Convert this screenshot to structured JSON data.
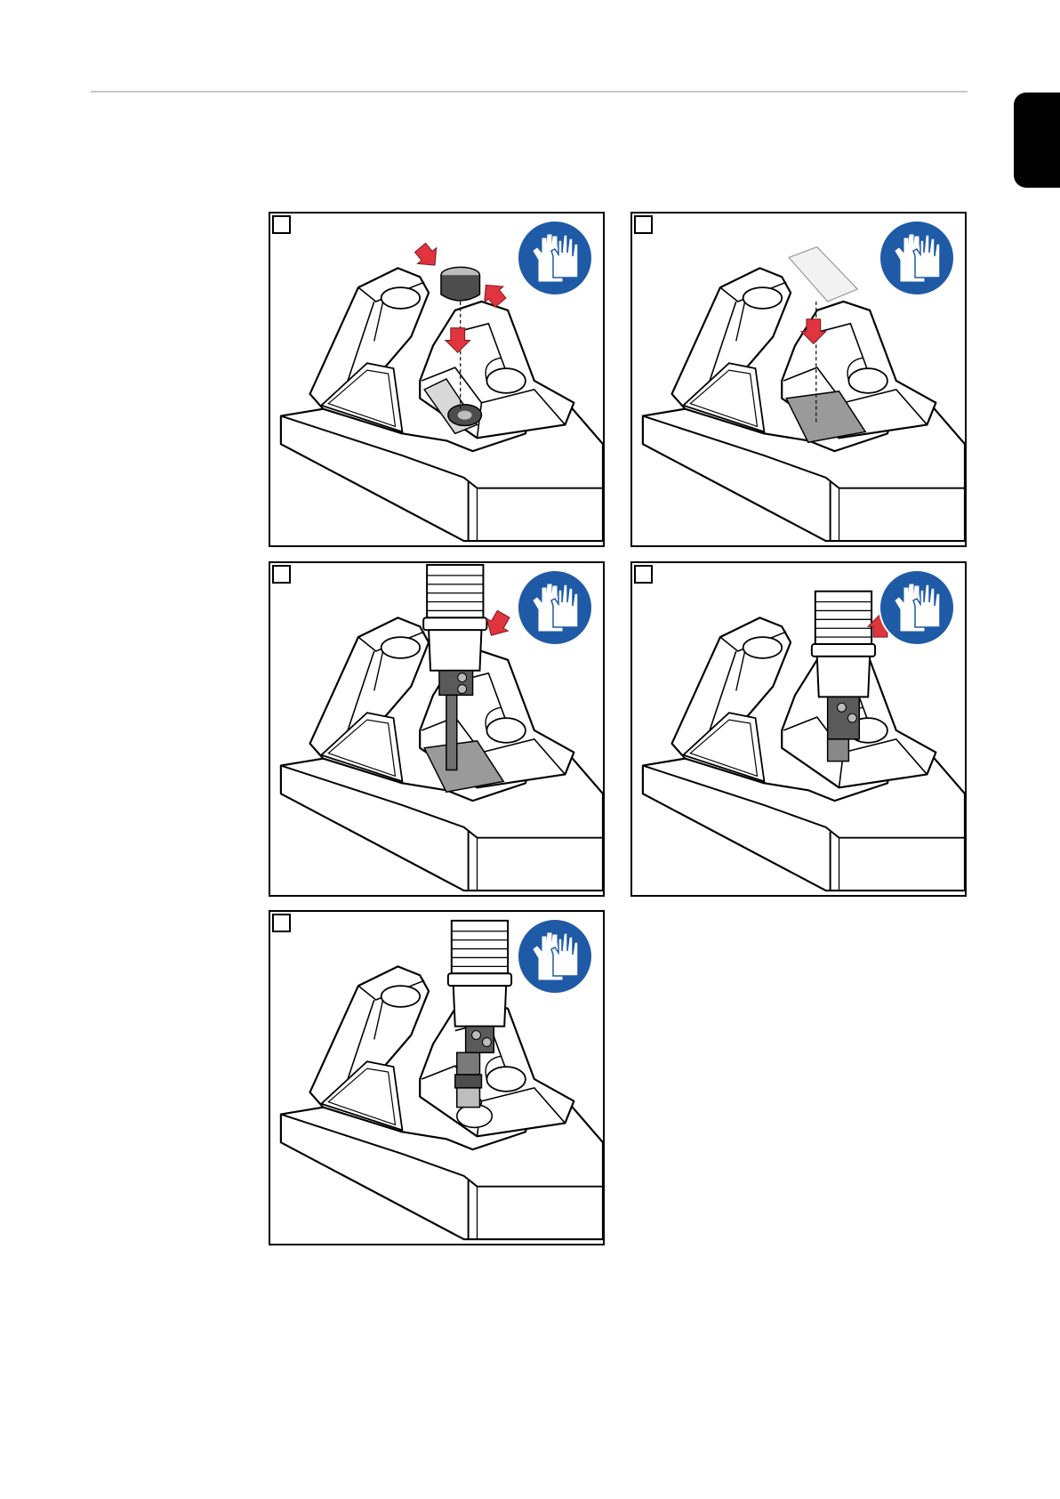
{
  "page": {
    "tab_color": "#000000",
    "rule_color": "#c8c8c8"
  },
  "panels": [
    {
      "step": "",
      "action": "insert-ring",
      "icon": "gloves-mandatory-icon"
    },
    {
      "step": "",
      "action": "insert-pad",
      "icon": "gloves-mandatory-icon"
    },
    {
      "step": "",
      "action": "press-torch-down",
      "icon": "gloves-mandatory-icon"
    },
    {
      "step": "",
      "action": "lift-torch-up",
      "icon": "gloves-mandatory-icon"
    },
    {
      "step": "",
      "action": "torch-with-ring-removed",
      "icon": "gloves-mandatory-icon"
    }
  ],
  "colors": {
    "arrow_red": "#e0343f",
    "sign_blue": "#1f5aa6",
    "part_gray": "#9a9a9a",
    "dark_part": "#4d4d4d",
    "outline": "#000000"
  }
}
